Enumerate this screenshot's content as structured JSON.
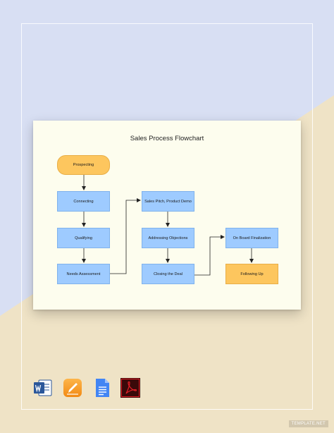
{
  "document": {
    "title": "Sales Process Flowchart"
  },
  "nodes": {
    "prospecting": "Prospecting",
    "connecting": "Connecting",
    "qualifying": "Qualifying",
    "needs_assessment": "Needs Assessment",
    "sales_pitch": "Sales Pitch, Product Demo",
    "addressing_objections": "Addressing Objections",
    "closing_deal": "Closing the Deal",
    "on_board_finalization": "On Board Finalization",
    "following_up": "Following Up"
  },
  "format_icons": [
    "word-icon",
    "pages-icon",
    "google-docs-icon",
    "pdf-icon"
  ],
  "watermark": "TEMPLATE.NET",
  "colors": {
    "background_top": "#d8dff3",
    "background_bottom": "#efe3c6",
    "card": "#fdfdee",
    "node_blue": "#9ecbff",
    "node_orange": "#fdc65e"
  }
}
